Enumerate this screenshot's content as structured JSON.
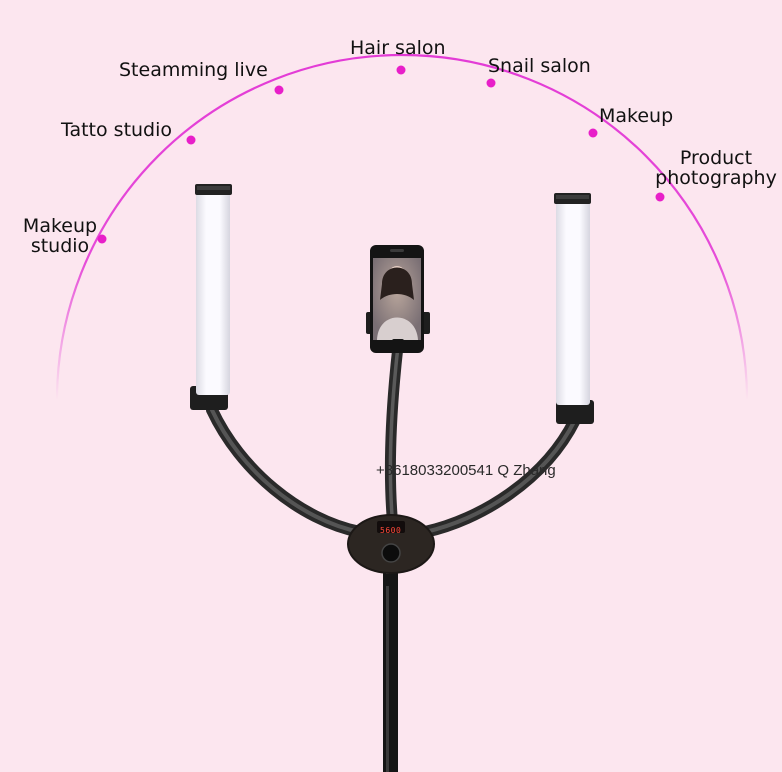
{
  "labels": {
    "makeup_studio_line1": "Makeup",
    "makeup_studio_line2": "studio",
    "tatto_studio": "Tatto studio",
    "steamming_live": "Steamming live",
    "hair_salon": "Hair salon",
    "snail_salon": "Snail salon",
    "makeup": "Makeup",
    "product_photography_line1": "Product",
    "product_photography_line2": "photography"
  },
  "watermark": "+8618033200541 Q Zhang",
  "controller": {
    "display_reading": "5600"
  },
  "colors": {
    "background": "#fce6ef",
    "arc": "#e33bd6",
    "dot": "#e81fc9",
    "stand": "#1a1a1a",
    "light_panel": "#f8f6fa"
  },
  "icons": [
    "phone-holder-icon",
    "led-light-bar-icon",
    "controller-knob-icon"
  ]
}
